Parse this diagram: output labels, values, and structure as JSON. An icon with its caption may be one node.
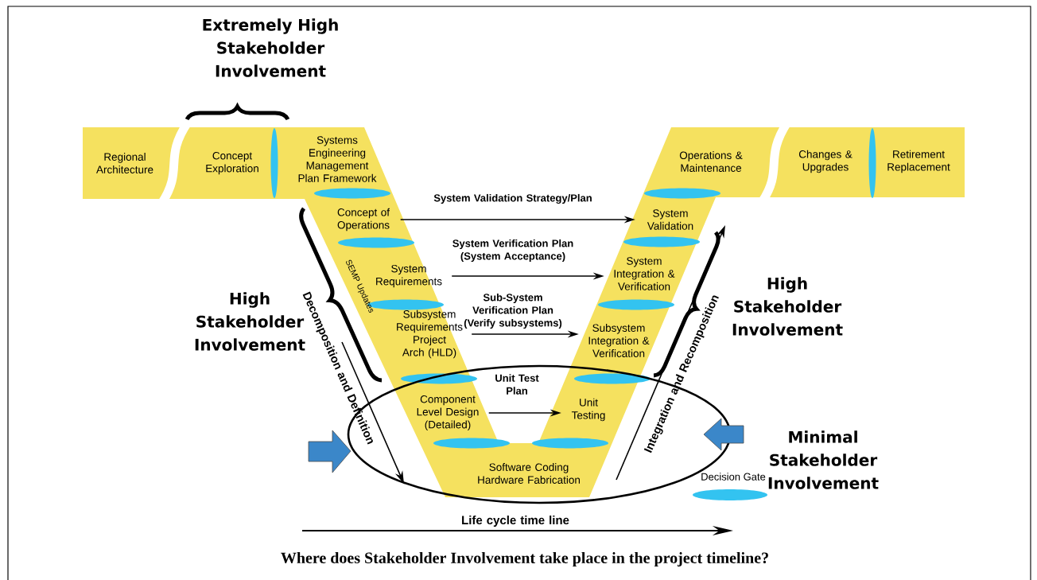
{
  "diagram": {
    "caption": "Where does Stakeholder Involvement take place in the project timeline?",
    "nodes": [
      {
        "text": [
          "Regional Architecture"
        ]
      },
      {
        "text": [
          "Concept Exploration"
        ]
      },
      {
        "text": [
          "Systems Engineering Management Plan Framework"
        ]
      },
      {
        "text": [
          "Concept of Operations"
        ]
      },
      {
        "text": [
          "System Requirements"
        ]
      },
      {
        "text": [
          "Subsystem Requirements Project Arch (HLD)"
        ]
      },
      {
        "text": [
          "Component Level Design (Detailed)"
        ]
      },
      {
        "text": [
          "Software Coding Hardware Fabrication"
        ]
      },
      {
        "text": [
          "Unit Testing"
        ]
      },
      {
        "text": [
          "Subsystem Integration & Verification"
        ]
      },
      {
        "text": [
          "System Integration & Verification"
        ]
      },
      {
        "text": [
          "System Validation"
        ]
      },
      {
        "text": [
          "Operations & Maintenance"
        ]
      },
      {
        "text": [
          "Changes & Upgrades"
        ]
      },
      {
        "text": [
          "Retirement Replacement"
        ]
      }
    ],
    "edges": [
      {
        "from": 3,
        "to": 11,
        "arrow": "to",
        "label": "System Validation Strategy/Plan"
      },
      {
        "from": 4,
        "to": 10,
        "arrow": "to",
        "label": "System Verification Plan (System Acceptance)"
      },
      {
        "from": 5,
        "to": 9,
        "arrow": "to",
        "label": "Sub-System Verification Plan (Verify subsystems)"
      },
      {
        "from": 6,
        "to": 8,
        "arrow": "to",
        "label": "Unit Test Plan"
      }
    ],
    "labels": [
      "Extremely High Stakeholder Involvement",
      "High Stakeholder Involvement",
      "SEMP Updates",
      "Decomposition and Definition",
      "High Stakeholder Involvement",
      "Integration and Recomposition",
      "Minimal Stakeholder Involvement",
      "Life cycle time line"
    ],
    "legend": [
      {
        "text": "Decision Gate",
        "color": "#33c3f0"
      }
    ]
  }
}
